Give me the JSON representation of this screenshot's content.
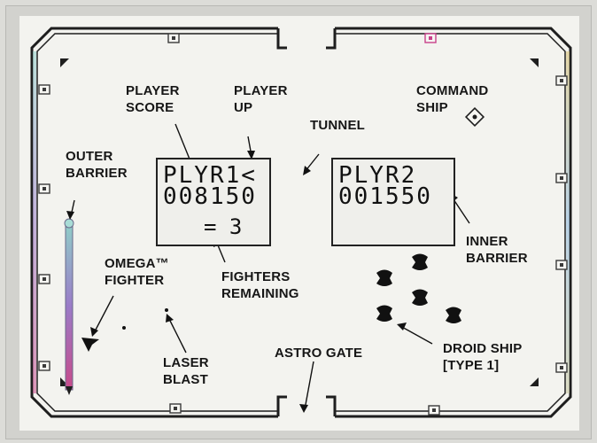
{
  "labels": {
    "player_score": [
      "PLAYER",
      "SCORE"
    ],
    "player_up": [
      "PLAYER",
      "UP"
    ],
    "tunnel": "TUNNEL",
    "command_ship": [
      "COMMAND",
      "SHIP"
    ],
    "outer_barrier": [
      "OUTER",
      "BARRIER"
    ],
    "inner_barrier": [
      "INNER",
      "BARRIER"
    ],
    "omega_fighter": [
      "OMEGA™",
      "FIGHTER"
    ],
    "fighters_remaining": [
      "FIGHTERS",
      "REMAINING"
    ],
    "laser_blast": [
      "LASER",
      "BLAST"
    ],
    "astro_gate": "ASTRO GATE",
    "droid_ship": [
      "DROID SHIP",
      "[TYPE 1]"
    ]
  },
  "player1": {
    "name_line": "PLYR1<",
    "score": "008150",
    "lives_text": "= 3"
  },
  "player2": {
    "name_line": "PLYR2",
    "score": "001550"
  },
  "colors": {
    "wall": "#1e1e1e",
    "barrier_top": "#8fd0c8",
    "barrier_mid": "#9a7cc8",
    "barrier_bottom": "#c84a8a",
    "marker_border": "#3a3a3a",
    "marker_pink": "#c8408a"
  }
}
